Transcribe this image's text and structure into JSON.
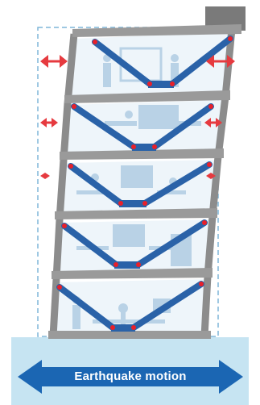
{
  "ground": {
    "label": "Earthquake motion"
  },
  "colors": {
    "frame": "#8c8c8c",
    "slab": "#9a9a9a",
    "brace": "#2a62a8",
    "damper_joint": "#e8202a",
    "drift_arrow": "#e63a3f",
    "ground_fill": "#c6e4f2",
    "ground_arrow": "#1b66b3",
    "ghost_outline": "#7fb6d9",
    "figures": "#b9d2e6"
  },
  "structure": {
    "floors": 5,
    "deformation": "upper floors sway right relative to original outline"
  }
}
